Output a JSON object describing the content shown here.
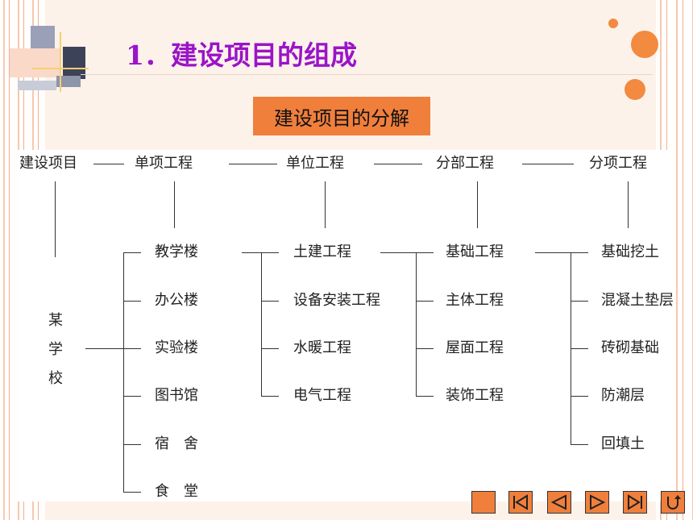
{
  "slide": {
    "title": "1．建设项目的组成",
    "subtitle": "建设项目的分解"
  },
  "diagram": {
    "headers": [
      "建设项目",
      "单项工程",
      "单位工程",
      "分部工程",
      "分项工程"
    ],
    "root": [
      "某",
      "学",
      "校"
    ],
    "single_projects": [
      "教学楼",
      "办公楼",
      "实验楼",
      "图书馆",
      "宿　舍",
      "食　堂"
    ],
    "unit_projects": [
      "土建工程",
      "设备安装工程",
      "水暖工程",
      "电气工程"
    ],
    "division_projects": [
      "基础工程",
      "主体工程",
      "屋面工程",
      "装饰工程"
    ],
    "item_projects": [
      "基础挖土",
      "混凝土垫层",
      "砖砌基础",
      "防潮层",
      "回填土"
    ]
  },
  "colors": {
    "title": "#9a14c8",
    "accent": "#f07f3c",
    "background": "#fdf2ea"
  },
  "nav_icons": [
    "blank-icon",
    "first-slide-icon",
    "previous-slide-icon",
    "next-slide-icon",
    "last-slide-icon",
    "return-icon"
  ]
}
